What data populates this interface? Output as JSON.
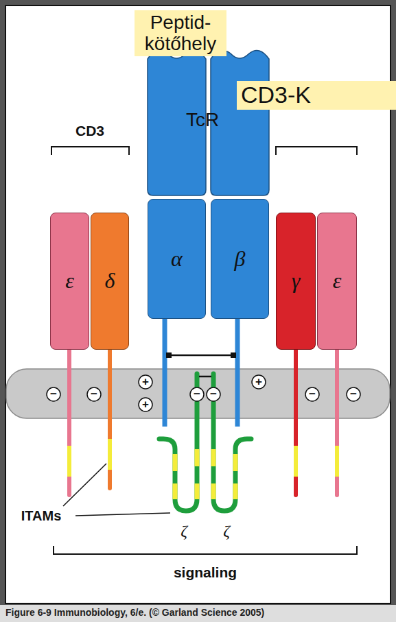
{
  "diagram": {
    "caption": "Figure 6-9 Immunobiology, 6/e. (© Garland Science 2005)",
    "nodes": [
      {
        "text": [
          "Peptid- kötőhely"
        ]
      },
      {
        "text": [
          "CD3-K"
        ]
      },
      {
        "text": [
          "ε"
        ]
      },
      {
        "text": [
          "δ"
        ]
      },
      {
        "text": [
          "α"
        ]
      },
      {
        "text": [
          "β"
        ]
      },
      {
        "text": [
          "γ"
        ]
      },
      {
        "text": [
          "ε"
        ]
      }
    ],
    "labels": [
      "TcR",
      "CD3",
      "−",
      "−",
      "+",
      "+",
      "−",
      "−",
      "+",
      "−",
      "−",
      "ITAMs",
      "ζ",
      "ζ",
      "signaling"
    ]
  }
}
